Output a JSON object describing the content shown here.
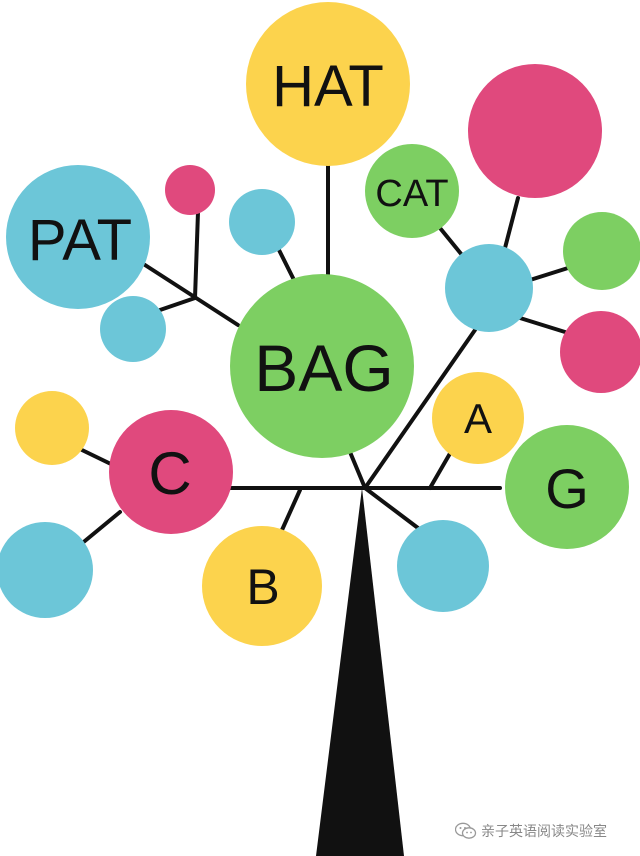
{
  "colors": {
    "yellow": "#fcd34d",
    "pink": "#e0497d",
    "green": "#7dcf62",
    "blue": "#6cc6d8",
    "trunk": "#111111",
    "branch": "#111111"
  },
  "tree": {
    "center_word": "BAG",
    "words": {
      "hat": "HAT",
      "cat": "CAT",
      "pat": "PAT",
      "c": "C",
      "a": "A",
      "g": "G",
      "b": "B"
    }
  },
  "watermark": {
    "text": "亲子英语阅读实验室",
    "icon": "wechat-icon"
  }
}
